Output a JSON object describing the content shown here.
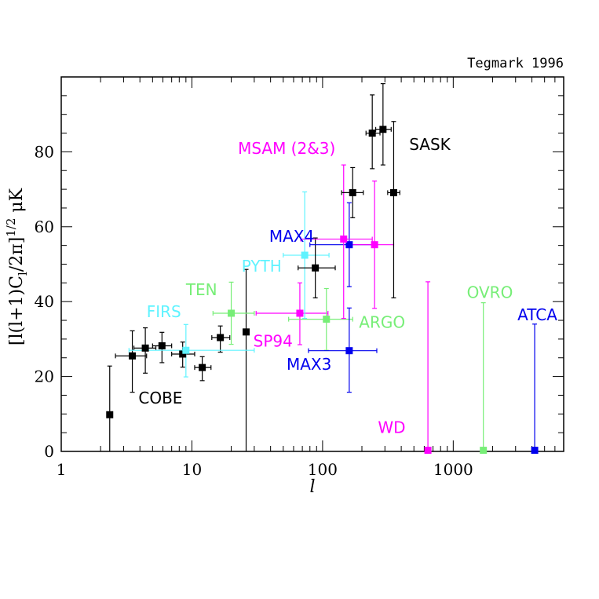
{
  "credit": "Tegmark 1996",
  "chart_data": {
    "type": "scatter",
    "xscale": "log",
    "xlim": [
      1,
      7000
    ],
    "ylim": [
      0,
      100
    ],
    "xlabel": "l",
    "ylabel": "[l(l+1)C",
    "ylabel_sub": "l",
    "ylabel_mid": "/2π]",
    "ylabel_sup": "1/2",
    "ylabel_unit": " μK",
    "x_ticks": [
      {
        "v": 1,
        "t": "1"
      },
      {
        "v": 10,
        "t": "10"
      },
      {
        "v": 100,
        "t": "100"
      },
      {
        "v": 1000,
        "t": "1000"
      }
    ],
    "y_ticks": [
      {
        "v": 0,
        "t": "0"
      },
      {
        "v": 20,
        "t": "20"
      },
      {
        "v": 40,
        "t": "40"
      },
      {
        "v": 60,
        "t": "60"
      },
      {
        "v": 80,
        "t": "80"
      }
    ],
    "colors": {
      "black": "#000000",
      "magenta": "#ff00ff",
      "blue": "#0000ee",
      "cyan": "#5ff3ff",
      "green": "#77ee77"
    },
    "points": [
      {
        "x": 2.35,
        "y": 9.8,
        "xlo": 2.35,
        "xhi": 2.35,
        "ylo": 0,
        "yhi": 22.8,
        "color": "black"
      },
      {
        "x": 3.5,
        "y": 25.5,
        "xlo": 2.6,
        "xhi": 4.5,
        "ylo": 15.8,
        "yhi": 32.2,
        "color": "black"
      },
      {
        "x": 4.4,
        "y": 27.6,
        "xlo": 3.6,
        "xhi": 5.3,
        "ylo": 20.9,
        "yhi": 33.0,
        "color": "black"
      },
      {
        "x": 5.9,
        "y": 28.2,
        "xlo": 5.0,
        "xhi": 7.0,
        "ylo": 23.7,
        "yhi": 31.8,
        "color": "black"
      },
      {
        "x": 8.5,
        "y": 26.0,
        "xlo": 7.0,
        "xhi": 10.5,
        "ylo": 22.5,
        "yhi": 29.2,
        "color": "black"
      },
      {
        "x": 12.0,
        "y": 22.4,
        "xlo": 10.5,
        "xhi": 14.0,
        "ylo": 18.9,
        "yhi": 25.3,
        "color": "black"
      },
      {
        "x": 16.5,
        "y": 30.4,
        "xlo": 14.2,
        "xhi": 19.5,
        "ylo": 26.5,
        "yhi": 33.5,
        "color": "black"
      },
      {
        "x": 26.0,
        "y": 31.9,
        "xlo": 26.0,
        "xhi": 26.0,
        "ylo": 0,
        "yhi": 48.6,
        "color": "black"
      },
      {
        "x": 9.0,
        "y": 27.0,
        "xlo": 3.3,
        "xhi": 30,
        "ylo": 19.9,
        "yhi": 33.9,
        "color": "cyan"
      },
      {
        "x": 20.0,
        "y": 36.9,
        "xlo": 14.5,
        "xhi": 30.0,
        "ylo": 28.6,
        "yhi": 45.2,
        "color": "green"
      },
      {
        "x": 67,
        "y": 36.9,
        "xlo": 31,
        "xhi": 110,
        "ylo": 28.5,
        "yhi": 45.0,
        "color": "magenta"
      },
      {
        "x": 73,
        "y": 52.4,
        "xlo": 50,
        "xhi": 112,
        "ylo": 35.5,
        "yhi": 69.3,
        "color": "cyan"
      },
      {
        "x": 88,
        "y": 49.0,
        "xlo": 65,
        "xhi": 125,
        "ylo": 41.0,
        "yhi": 57.0,
        "color": "black"
      },
      {
        "x": 107,
        "y": 35.3,
        "xlo": 55,
        "xhi": 170,
        "ylo": 27.0,
        "yhi": 43.5,
        "color": "green"
      },
      {
        "x": 160,
        "y": 26.9,
        "xlo": 78,
        "xhi": 260,
        "ylo": 15.8,
        "yhi": 38.3,
        "color": "blue"
      },
      {
        "x": 160,
        "y": 55.2,
        "xlo": 80,
        "xhi": 260,
        "ylo": 44.0,
        "yhi": 66.4,
        "color": "blue"
      },
      {
        "x": 145,
        "y": 56.7,
        "xlo": 68,
        "xhi": 240,
        "ylo": 35.5,
        "yhi": 76.5,
        "color": "magenta"
      },
      {
        "x": 250,
        "y": 55.2,
        "xlo": 160,
        "xhi": 350,
        "ylo": 38.2,
        "yhi": 72.2,
        "color": "magenta"
      },
      {
        "x": 170,
        "y": 69.1,
        "xlo": 140,
        "xhi": 205,
        "ylo": 62.4,
        "yhi": 75.8,
        "color": "black"
      },
      {
        "x": 240,
        "y": 85.0,
        "xlo": 215,
        "xhi": 275,
        "ylo": 75.5,
        "yhi": 95.2,
        "color": "black"
      },
      {
        "x": 290,
        "y": 86.0,
        "xlo": 255,
        "xhi": 335,
        "ylo": 76.5,
        "yhi": 98.2,
        "color": "black"
      },
      {
        "x": 350,
        "y": 69.1,
        "xlo": 315,
        "xhi": 390,
        "ylo": 41.0,
        "yhi": 88.1,
        "color": "black"
      },
      {
        "x": 640,
        "y": 0.3,
        "xlo": 640,
        "xhi": 640,
        "ylo": 0,
        "yhi": 45.3,
        "color": "magenta"
      },
      {
        "x": 1700,
        "y": 0.3,
        "xlo": 1700,
        "xhi": 1700,
        "ylo": 0,
        "yhi": 39.7,
        "color": "green"
      },
      {
        "x": 4200,
        "y": 0.3,
        "xlo": 4200,
        "xhi": 4200,
        "ylo": 0,
        "yhi": 34.0,
        "color": "blue"
      }
    ],
    "labels": [
      {
        "text": "COBE",
        "x": 3.9,
        "y": 12.8,
        "color": "black"
      },
      {
        "text": "FIRS",
        "x": 4.5,
        "y": 35.8,
        "color": "cyan"
      },
      {
        "text": "TEN",
        "x": 9.0,
        "y": 41.7,
        "color": "green"
      },
      {
        "text": "SP94",
        "x": 29.5,
        "y": 28.0,
        "color": "magenta"
      },
      {
        "text": "PYTH",
        "x": 24.0,
        "y": 48.0,
        "color": "cyan"
      },
      {
        "text": "MAX4",
        "x": 39.0,
        "y": 56.0,
        "color": "blue"
      },
      {
        "text": "MSAM (2&3)",
        "x": 22.5,
        "y": 79.5,
        "color": "magenta"
      },
      {
        "text": "SASK",
        "x": 460,
        "y": 80.5,
        "color": "black"
      },
      {
        "text": "ARGO",
        "x": 190,
        "y": 33.0,
        "color": "green"
      },
      {
        "text": "MAX3",
        "x": 53,
        "y": 21.8,
        "color": "blue"
      },
      {
        "text": "WD",
        "x": 265,
        "y": 4.9,
        "color": "magenta"
      },
      {
        "text": "OVRO",
        "x": 1270,
        "y": 41.0,
        "color": "green"
      },
      {
        "text": "ATCA",
        "x": 3100,
        "y": 35.0,
        "color": "blue"
      }
    ]
  }
}
